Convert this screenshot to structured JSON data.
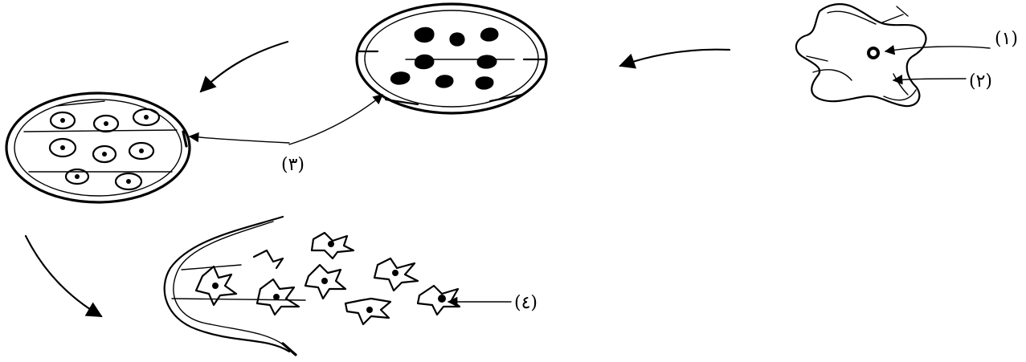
{
  "labels": {
    "one": "(١)",
    "two": "(٢)",
    "three": "(٣)",
    "four": "(٤)"
  },
  "colors": {
    "ink": "#000000",
    "background": "#ffffff"
  }
}
